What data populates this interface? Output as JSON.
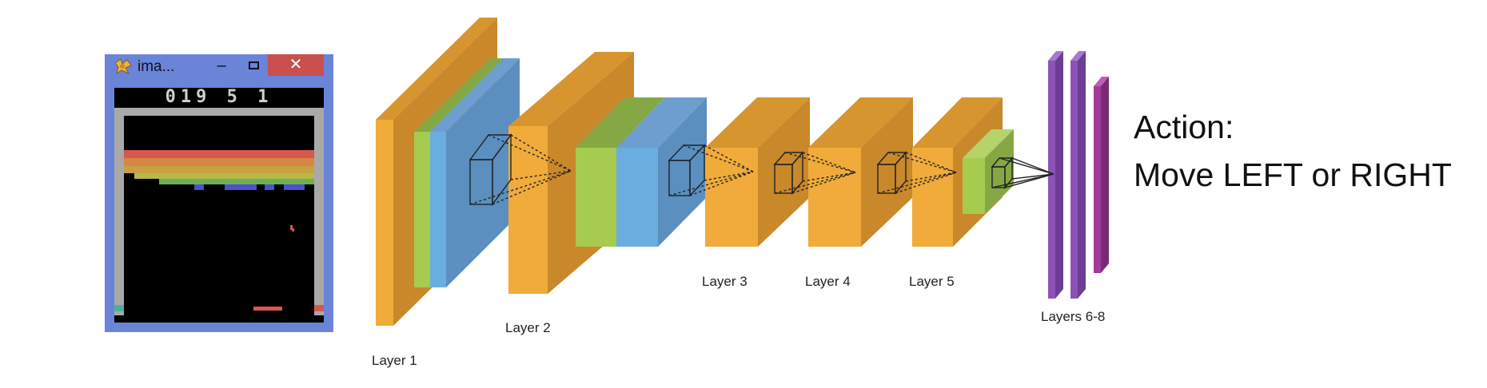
{
  "game_window": {
    "title": "ima...",
    "minimize": "–",
    "close": "✕",
    "score": "019 5 1",
    "icon": "app-icon"
  },
  "layers": [
    {
      "label": "Layer 1"
    },
    {
      "label": "Layer 2"
    },
    {
      "label": "Layer 3"
    },
    {
      "label": "Layer 4"
    },
    {
      "label": "Layer 5"
    },
    {
      "label": "Layers 6-8"
    }
  ],
  "action": {
    "title": "Action:",
    "text": "Move LEFT or RIGHT"
  },
  "colors": {
    "orange_front": "#f0ab3a",
    "orange_top": "#d7952f",
    "orange_side": "#c9882a",
    "green": "#a6cb4f",
    "green_dark": "#86a844",
    "blue_front": "#6aaee0",
    "blue_side": "#5a8fc0",
    "purple": "#8c52b8",
    "magenta": "#a23b9a",
    "window_frame": "#6a84d8"
  }
}
